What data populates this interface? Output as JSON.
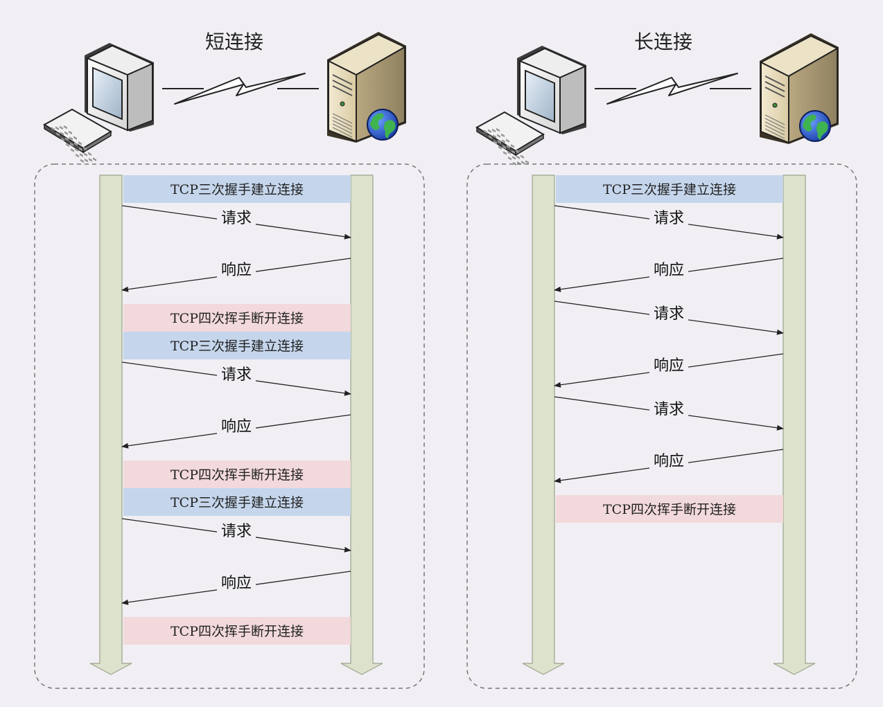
{
  "colors": {
    "background": "#f1eff4",
    "lifeline": "#dde2cd",
    "lifeline_stroke": "#9aa38a",
    "handshake_band": "#c5d6ec",
    "teardown_band": "#f2d9db",
    "frame_dash": "#777777",
    "arrow": "#222222"
  },
  "icons": [
    "desktop-computer-icon",
    "keyboard-icon",
    "server-tower-icon",
    "globe-icon",
    "lightning-link-icon"
  ],
  "panels": [
    {
      "title": "短连接",
      "steps": [
        {
          "kind": "band",
          "style": "handshake",
          "label": "TCP三次握手建立连接"
        },
        {
          "kind": "msg",
          "dir": "right",
          "label": "请求"
        },
        {
          "kind": "msg",
          "dir": "left",
          "label": "响应"
        },
        {
          "kind": "band",
          "style": "teardown",
          "label": "TCP四次挥手断开连接"
        },
        {
          "kind": "band",
          "style": "handshake",
          "label": "TCP三次握手建立连接"
        },
        {
          "kind": "msg",
          "dir": "right",
          "label": "请求"
        },
        {
          "kind": "msg",
          "dir": "left",
          "label": "响应"
        },
        {
          "kind": "band",
          "style": "teardown",
          "label": "TCP四次挥手断开连接"
        },
        {
          "kind": "band",
          "style": "handshake",
          "label": "TCP三次握手建立连接"
        },
        {
          "kind": "msg",
          "dir": "right",
          "label": "请求"
        },
        {
          "kind": "msg",
          "dir": "left",
          "label": "响应"
        },
        {
          "kind": "band",
          "style": "teardown",
          "label": "TCP四次挥手断开连接"
        }
      ]
    },
    {
      "title": "长连接",
      "steps": [
        {
          "kind": "band",
          "style": "handshake",
          "label": "TCP三次握手建立连接"
        },
        {
          "kind": "msg",
          "dir": "right",
          "label": "请求"
        },
        {
          "kind": "msg",
          "dir": "left",
          "label": "响应"
        },
        {
          "kind": "msg",
          "dir": "right",
          "label": "请求"
        },
        {
          "kind": "msg",
          "dir": "left",
          "label": "响应"
        },
        {
          "kind": "msg",
          "dir": "right",
          "label": "请求"
        },
        {
          "kind": "msg",
          "dir": "left",
          "label": "响应"
        },
        {
          "kind": "band",
          "style": "teardown",
          "label": "TCP四次挥手断开连接"
        }
      ]
    }
  ]
}
